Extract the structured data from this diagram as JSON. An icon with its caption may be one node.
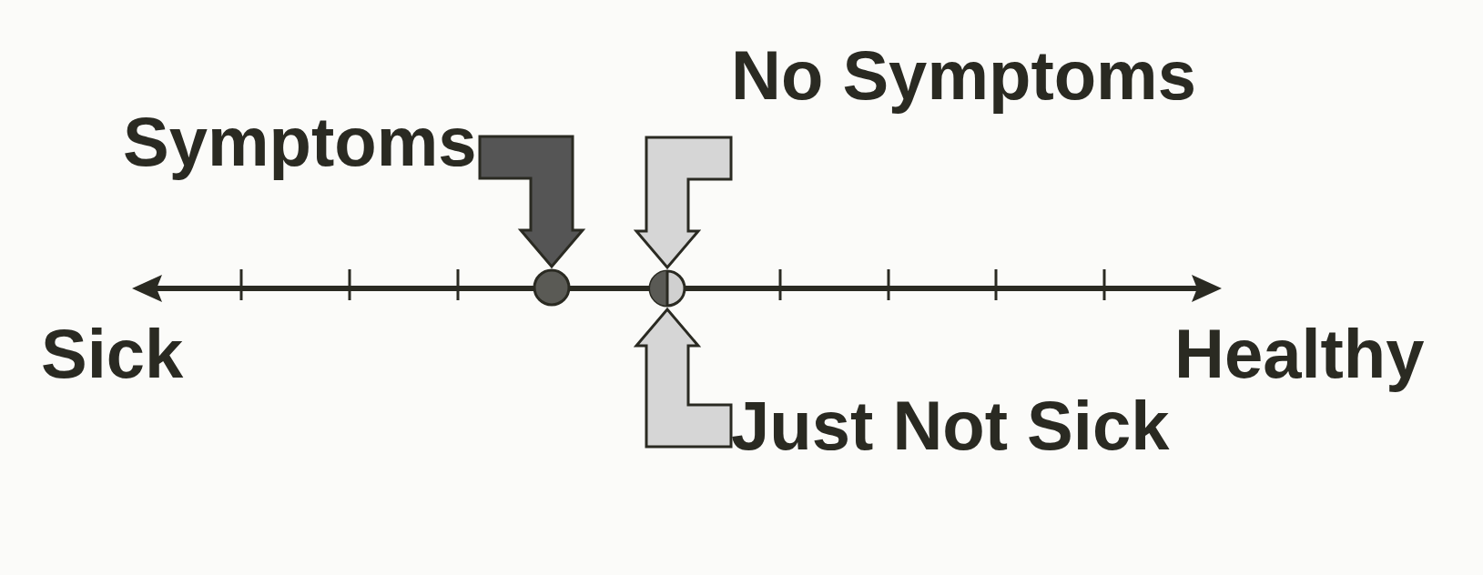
{
  "diagram": {
    "nodes": [
      {
        "text": [
          "Symptoms"
        ]
      },
      {
        "text": [
          "No Symptoms"
        ]
      },
      {
        "text": [],
        "shape": "circle"
      },
      {
        "text": [],
        "shape": "circle"
      },
      {
        "text": [
          "Just Not Sick"
        ]
      }
    ],
    "edges": [
      {
        "from": 0,
        "to": 2,
        "arrow": "to",
        "color": "#555555"
      },
      {
        "from": 1,
        "to": 3,
        "arrow": "to"
      },
      {
        "from": 4,
        "to": 3,
        "arrow": "to"
      }
    ],
    "labels": [
      "Sick",
      "Healthy"
    ]
  }
}
